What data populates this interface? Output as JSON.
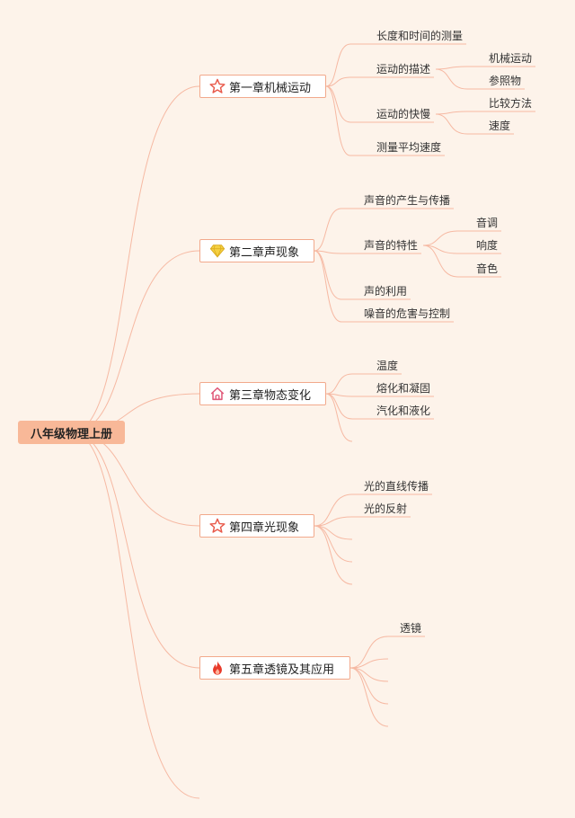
{
  "root": "八年级物理上册",
  "chapters": [
    {
      "title": "第一章机械运动",
      "icon": "star-outline-icon",
      "topics": [
        {
          "text": "长度和时间的测量",
          "children": []
        },
        {
          "text": "运动的描述",
          "children": [
            "机械运动",
            "参照物"
          ]
        },
        {
          "text": "运动的快慢",
          "children": [
            "比较方法",
            "速度"
          ]
        },
        {
          "text": "测量平均速度",
          "children": []
        }
      ]
    },
    {
      "title": "第二章声现象",
      "icon": "diamond-icon",
      "topics": [
        {
          "text": "声音的产生与传播",
          "children": []
        },
        {
          "text": "声音的特性",
          "children": [
            "音调",
            "响度",
            "音色"
          ]
        },
        {
          "text": "声的利用",
          "children": []
        },
        {
          "text": "噪音的危害与控制",
          "children": []
        }
      ]
    },
    {
      "title": "第三章物态变化",
      "icon": "house-icon",
      "topics": [
        {
          "text": "温度",
          "children": []
        },
        {
          "text": "熔化和凝固",
          "children": []
        },
        {
          "text": "汽化和液化",
          "children": []
        },
        {
          "text": "",
          "children": []
        }
      ]
    },
    {
      "title": "第四章光现象",
      "icon": "star-outline-icon",
      "topics": [
        {
          "text": "光的直线传播",
          "children": []
        },
        {
          "text": "光的反射",
          "children": []
        },
        {
          "text": "",
          "children": []
        },
        {
          "text": "",
          "children": []
        },
        {
          "text": "",
          "children": []
        }
      ]
    },
    {
      "title": "第五章透镜及其应用",
      "icon": "fire-icon",
      "topics": [
        {
          "text": "透镜",
          "children": []
        },
        {
          "text": "",
          "children": []
        },
        {
          "text": "",
          "children": []
        },
        {
          "text": "",
          "children": []
        },
        {
          "text": "",
          "children": []
        }
      ]
    }
  ],
  "colors": {
    "background": "#fdf3ea",
    "line": "#f6b9a3",
    "root_fill": "#f8b898",
    "chapter_border": "#f2a98c",
    "icon_red": "#e8594a",
    "icon_yellow": "#f5d142",
    "icon_pink": "#e05a7a",
    "icon_flame": "#e83a2a"
  }
}
